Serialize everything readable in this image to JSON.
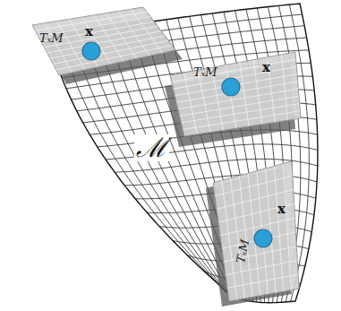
{
  "diagram": {
    "nodes": [
      {
        "text": [
          "TₓM",
          "x"
        ]
      },
      {
        "text": [
          "TₓM",
          "x"
        ]
      },
      {
        "text": [
          "TₓM",
          "x"
        ]
      }
    ],
    "labels": [
      "ℳ"
    ]
  }
}
